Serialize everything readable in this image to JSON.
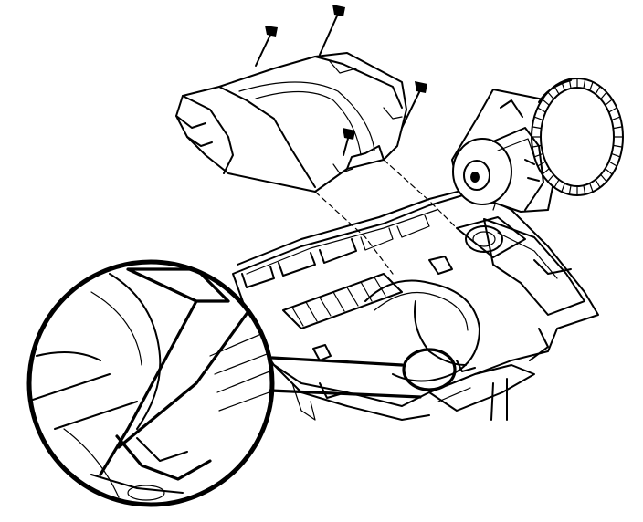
{
  "diagram": {
    "description_visible_text": "",
    "colors": {
      "ink": "#000000",
      "paper": "#ffffff"
    },
    "parts": [
      {
        "id": "upper-cover",
        "icon": "housing-cover"
      },
      {
        "id": "blower-motor",
        "icon": "fan-wheel"
      },
      {
        "id": "lower-case",
        "icon": "hvac-case"
      },
      {
        "id": "screws",
        "icon": "screw",
        "count": 4
      },
      {
        "id": "detail-magnifier",
        "icon": "magnifier-circle"
      }
    ]
  }
}
